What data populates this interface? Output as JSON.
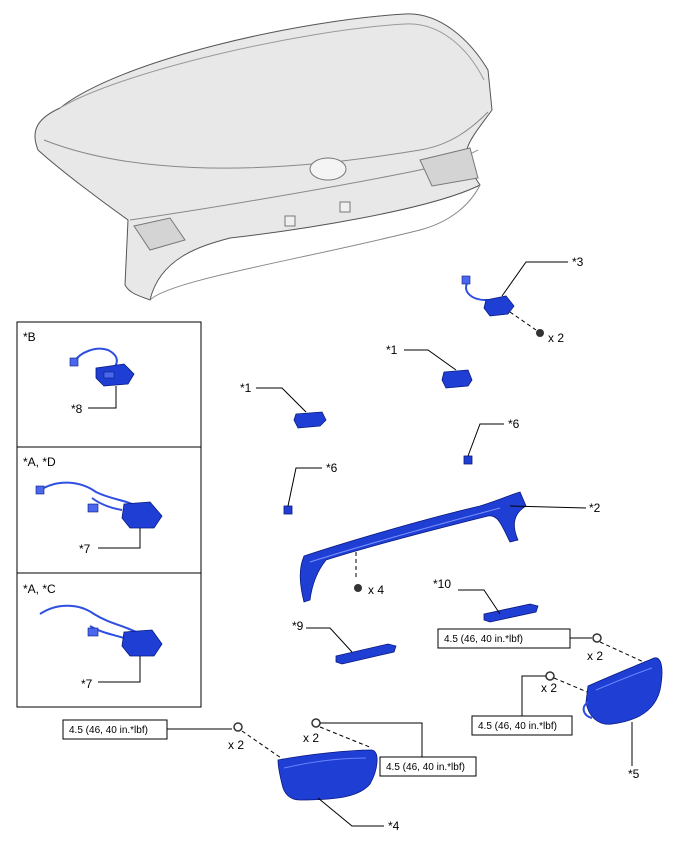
{
  "labels": {
    "p1a": "*1",
    "p1b": "*1",
    "p2": "*2",
    "p3": "*3",
    "p4": "*4",
    "p5": "*5",
    "p6a": "*6",
    "p6b": "*6",
    "p7a": "*7",
    "p7b": "*7",
    "p8": "*8",
    "p9": "*9",
    "p10": "*10"
  },
  "variants": {
    "b": "*B",
    "ad": "*A, *D",
    "ac": "*A, *C"
  },
  "quantities": {
    "x2_top": "x 2",
    "x4": "x 4",
    "x2_right_a": "x 2",
    "x2_right_b": "x 2",
    "x2_left_a": "x 2",
    "x2_left_b": "x 2"
  },
  "torque": {
    "t1": "4.5 (46, 40 in.*lbf)",
    "t2": "4.5 (46, 40 in.*lbf)",
    "t3": "4.5 (46, 40 in.*lbf)",
    "t4": "4.5 (46, 40 in.*lbf)"
  },
  "colors": {
    "part_blue": "#1f3fd4",
    "trunk_gray": "#e6e6e6"
  }
}
